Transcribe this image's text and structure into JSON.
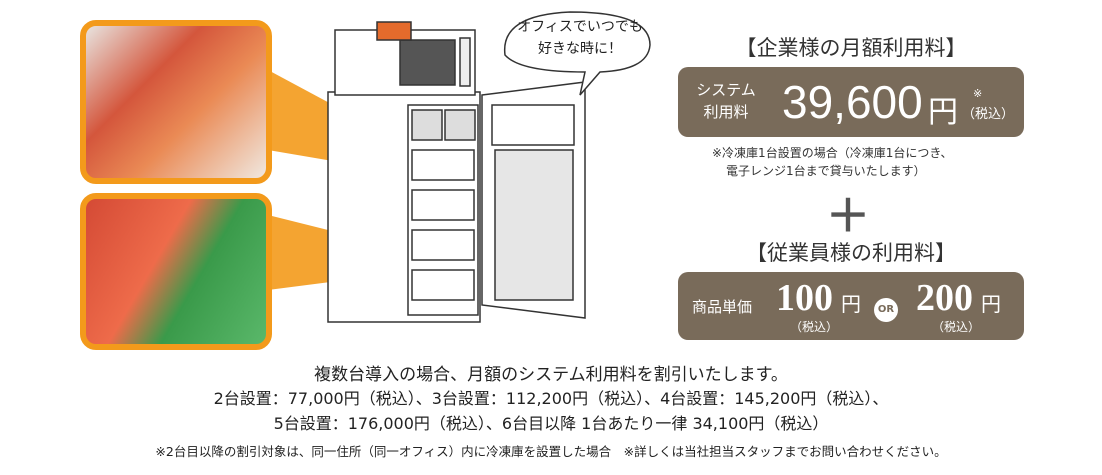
{
  "bubble": {
    "line1": "オフィスでいつでも",
    "line2": "好きな時に！"
  },
  "corporate": {
    "title": "【企業様の月額利用料】",
    "label_line1": "システム",
    "label_line2": "利用料",
    "price": "39,600",
    "yen": "円",
    "mark": "※",
    "tax": "（税込）",
    "note_line1": "※冷凍庫1台設置の場合（冷凍庫1台につき、",
    "note_line2": "電子レンジ1台まで貸与いたします）"
  },
  "plus": "＋",
  "employee": {
    "title": "【従業員様の利用料】",
    "label": "商品単価",
    "price1": "100",
    "price2": "200",
    "yen": "円",
    "or": "OR",
    "tax": "（税込）"
  },
  "discount": {
    "headline": "複数台導入の場合、月額のシステム利用料を割引いたします。",
    "line1": "2台設置：77,000円（税込）、3台設置：112,200円（税込）、4台設置：145,200円（税込）、",
    "line2": "5台設置：176,000円（税込）、6台目以降 1台あたり一律 34,100円（税込）",
    "footnote": "※2台目以降の割引対象は、同一住所（同一オフィス）内に冷凍庫を設置した場合　※詳しくは当社担当スタッフまでお問い合わせください。"
  },
  "colors": {
    "accent": "#f39a1b",
    "panel": "#796b5a"
  }
}
